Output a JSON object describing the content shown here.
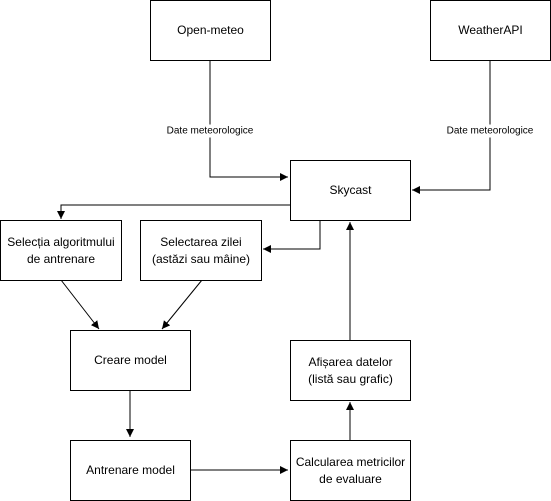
{
  "diagram": {
    "nodes": {
      "open_meteo": "Open-meteo",
      "weatherapi": "WeatherAPI",
      "skycast": "Skycast",
      "selectia_algoritmului": "Selecția algoritmului\nde antrenare",
      "selectarea_zilei": "Selectarea zilei\n(astăzi sau mâine)",
      "creare_model": "Creare model",
      "afisarea_datelor": "Afișarea datelor\n(listă sau grafic)",
      "antrenare_model": "Antrenare model",
      "calcularea_metricilor": "Calcularea metricilor\nde evaluare"
    },
    "edge_labels": {
      "open_meteo_to_skycast": "Date meteorologice",
      "weatherapi_to_skycast": "Date meteorologice"
    }
  }
}
